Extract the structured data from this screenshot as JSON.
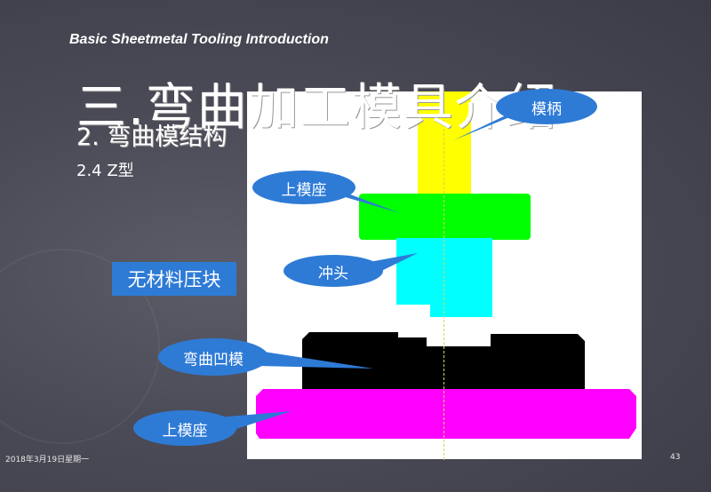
{
  "header": {
    "title": "Basic Sheetmetal Tooling Introduction"
  },
  "slide": {
    "main_title": "三.弯曲加工模具介绍",
    "subtitle": "2. 弯曲模结构",
    "section": "2.4  Z型",
    "note_box": "无材料压块"
  },
  "callouts": {
    "handle": "模柄",
    "upper_seat_top": "上模座",
    "punch": "冲头",
    "bending_die": "弯曲凹模",
    "upper_seat_bottom": "上模座"
  },
  "colors": {
    "handle": "#ffff00",
    "upper_seat": "#00ff00",
    "punch": "#00ffff",
    "die": "#000000",
    "base": "#ff00ff",
    "callout": "#2e7bd6"
  },
  "footer": {
    "date": "2018年3月19日星期一",
    "page": "43"
  }
}
